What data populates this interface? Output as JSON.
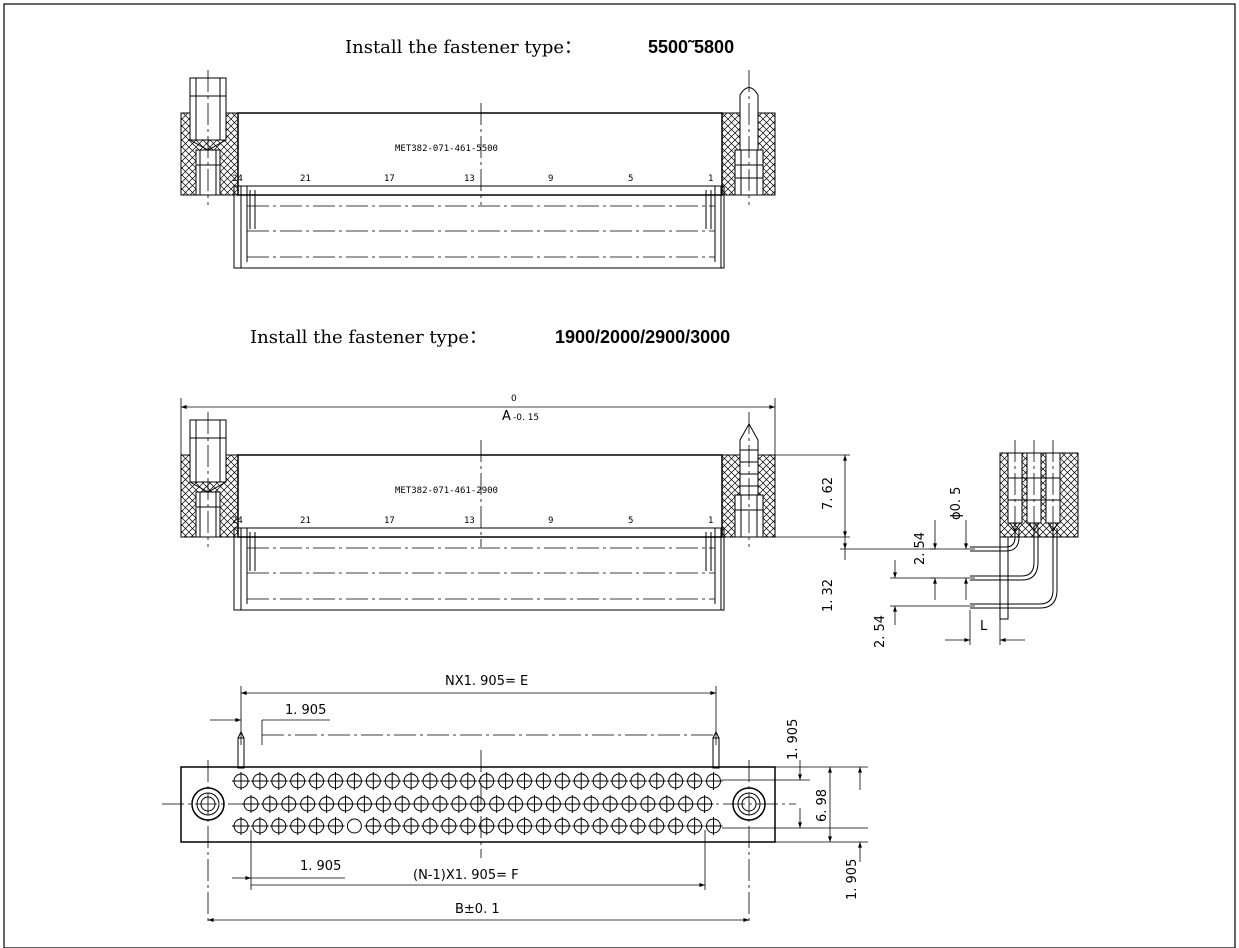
{
  "view1": {
    "title_prefix": "Install the fastener type：",
    "title_value": "5500˜5800",
    "part_label": "MET382-071-461-5500",
    "pin_numbers": [
      "24",
      "21",
      "17",
      "13",
      "9",
      "5",
      "1"
    ]
  },
  "view2": {
    "title_prefix": "Install the fastener type：",
    "title_value": "1900/2000/2900/3000",
    "part_label": "MET382-071-461-2900",
    "pin_numbers": [
      "24",
      "21",
      "17",
      "13",
      "9",
      "5",
      "1"
    ],
    "dim_a_upper": "0",
    "dim_a_main": "A",
    "dim_a_lower": "-0.  15",
    "dim_height": "7. 62"
  },
  "side_view": {
    "dim_pitch_top": "2. 54",
    "dim_dia": "ϕ0. 5",
    "dim_offset": "1. 32",
    "dim_pitch_bottom": "2. 54",
    "dim_l": "L"
  },
  "bottom_view": {
    "dim_e": "NX1. 905= E",
    "dim_pitch_top": "1. 905",
    "dim_pitch_bottom": "1. 905",
    "dim_f": "(N-1)X1. 905= F",
    "dim_b": "B±0. 1",
    "dim_right_top": "1. 905",
    "dim_right_mid": "6. 98",
    "dim_right_bottom": "1. 905"
  }
}
